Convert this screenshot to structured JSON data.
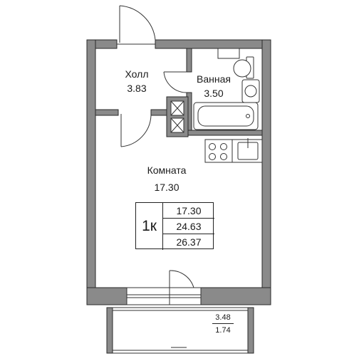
{
  "rooms": {
    "hall": {
      "name": "Холл",
      "area": "3.83"
    },
    "bathroom": {
      "name": "Ванная",
      "area": "3.50"
    },
    "living": {
      "name": "Комната",
      "area": "17.30"
    }
  },
  "summary": {
    "type": "1к",
    "living_area": "17.30",
    "total_area": "24.63",
    "total_with_balcony": "26.37"
  },
  "balcony": {
    "area": "3.48",
    "area_reduced": "1.74"
  },
  "colors": {
    "wall": "#8a8a8a",
    "wall_outline": "#2a2a2a",
    "line": "#333333"
  }
}
